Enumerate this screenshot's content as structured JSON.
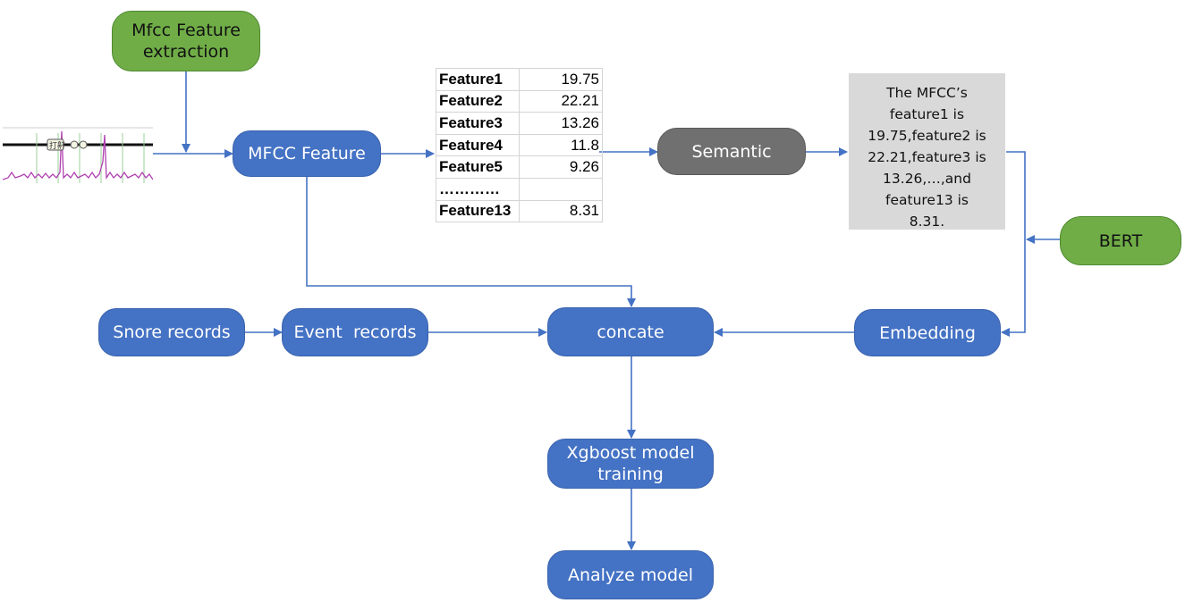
{
  "nodes": {
    "mfcc_extraction": [
      "Mfcc Feature",
      "extraction"
    ],
    "mfcc_feature": "MFCC Feature",
    "semantic": "Semantic",
    "bert": "BERT",
    "snore_records": "Snore records",
    "event_records": "Event  records",
    "concate": "concate",
    "embedding": "Embedding",
    "xgboost": [
      "Xgboost model",
      "training"
    ],
    "analyze": "Analyze model"
  },
  "feature_table": [
    {
      "name": "Feature1",
      "value": "19.75"
    },
    {
      "name": "Feature2",
      "value": "22.21"
    },
    {
      "name": "Feature3",
      "value": "13.26"
    },
    {
      "name": "Feature4",
      "value": "11.8"
    },
    {
      "name": "Feature5",
      "value": "9.26"
    },
    {
      "name": "…………",
      "value": ""
    },
    {
      "name": "Feature13",
      "value": "8.31"
    }
  ],
  "semantic_text": [
    "The MFCC’s",
    "feature1 is",
    "19.75,feature2 is",
    "22.21,feature3 is",
    "13.26,…,and",
    "feature13 is",
    "8.31."
  ],
  "waveform_label": "打鼾",
  "colors": {
    "blue_node": "#4472C4",
    "green_node": "#70AD47",
    "gray_node": "#707070",
    "arrow": "#4472C4",
    "text_box": "#D9D9D9",
    "waveform_trace": "#B040B0"
  }
}
